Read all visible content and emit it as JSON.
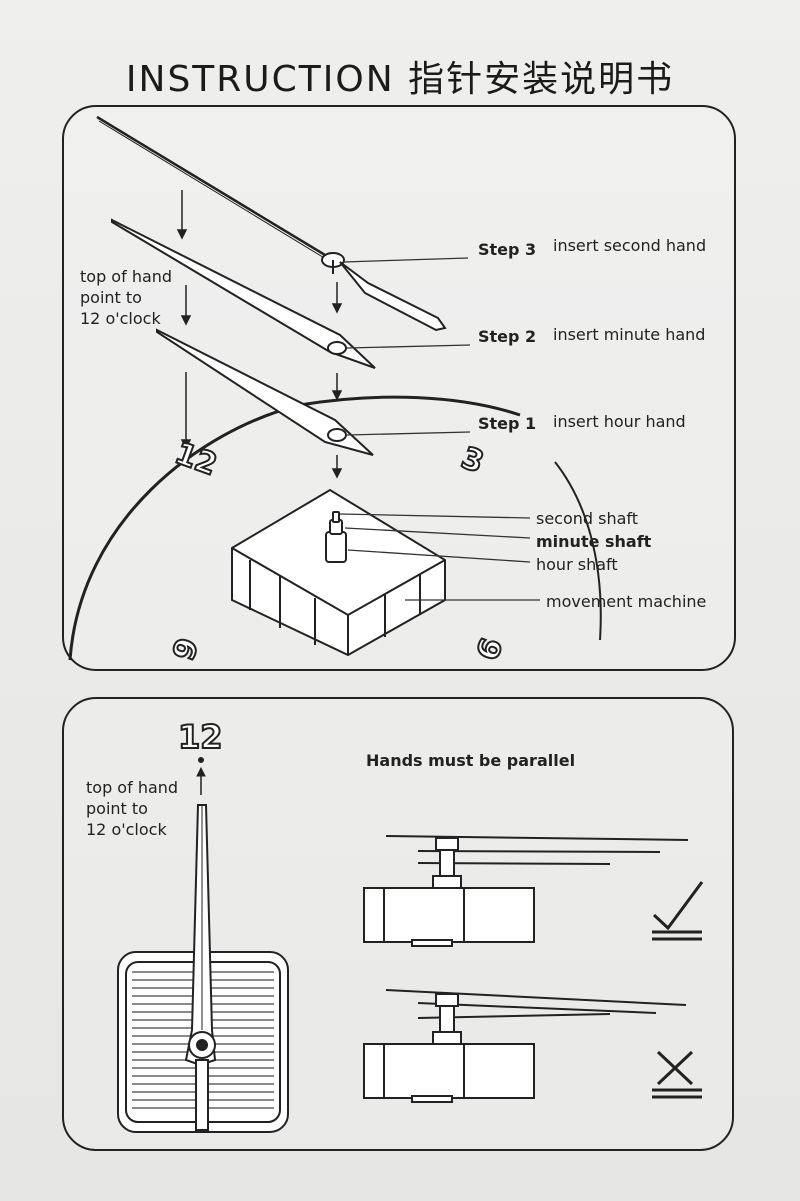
{
  "title": "INSTRUCTION 指针安装说明书",
  "panel1": {
    "hand_note": [
      "top of hand",
      "point to",
      "12 o'clock"
    ],
    "steps": [
      {
        "step": "Step 3",
        "text": "insert second hand"
      },
      {
        "step": "Step 2",
        "text": "insert minute hand"
      },
      {
        "step": "Step 1",
        "text": "insert hour hand"
      }
    ],
    "parts": [
      "second shaft",
      "minute shaft",
      "hour shaft",
      "movement  machine"
    ],
    "dial_numbers": [
      "12",
      "3",
      "6",
      "9"
    ]
  },
  "panel2": {
    "twelve": "12",
    "hand_note": [
      "top of hand",
      "point to",
      "12 o'clock"
    ],
    "parallel_note": "Hands must be parallel",
    "correct_icon": "check-mark-icon",
    "wrong_icon": "cross-mark-icon"
  }
}
